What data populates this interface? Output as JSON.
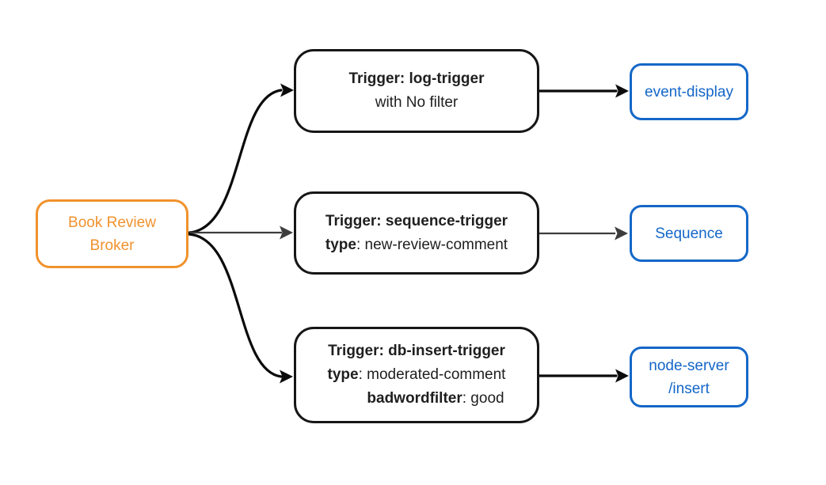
{
  "diagram": {
    "broker": {
      "label": "Book Review Broker"
    },
    "triggers": [
      {
        "title": "Trigger: log-trigger",
        "line2_bold": "",
        "line2_rest": "with No filter"
      },
      {
        "title": "Trigger: sequence-trigger",
        "line2_bold": "type",
        "line2_rest": ": new-review-comment"
      },
      {
        "title": "Trigger: db-insert-trigger",
        "line2_bold": "type",
        "line2_rest": ": moderated-comment",
        "line3_bold": "badwordfilter",
        "line3_rest": ": good"
      }
    ],
    "sinks": [
      {
        "label": "event-display"
      },
      {
        "label": "Sequence"
      },
      {
        "label": "node-server",
        "label_line2": "/insert"
      }
    ],
    "colors": {
      "broker_accent": "#f0922d",
      "sink_accent": "#1467c8",
      "node_border": "#161616",
      "primary_arrow": "#0b0b0b",
      "secondary_arrow": "#3d3d3d",
      "background": "#ffffff"
    }
  }
}
